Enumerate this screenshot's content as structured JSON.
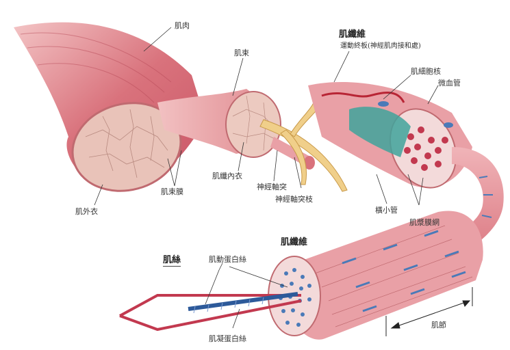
{
  "labels": {
    "muscle": "肌肉",
    "fascicle": "肌束",
    "muscle_fiber_top": "肌纖維",
    "motor_end_plate": "運動終板(神經肌肉接和處)",
    "nucleus": "肌細胞核",
    "capillary": "微血管",
    "perimysium": "肌束膜",
    "epimysium": "肌外衣",
    "endomysium": "肌纖內衣",
    "axon": "神經軸突",
    "axon_branch": "神經軸突枝",
    "t_tubule": "橫小管",
    "sarcoplasmic_reticulum": "肌漿膜網",
    "muscle_fiber_bottom": "肌纖維",
    "myofilament": "肌絲",
    "myosin": "肌動蛋白絲",
    "actin": "肌凝蛋白絲",
    "sarcomere": "肌節"
  },
  "colors": {
    "muscle_red": "#d9727c",
    "muscle_light": "#efb7b9",
    "nerve_yellow": "#f0cf8a",
    "filament_blue": "#4a7ab8",
    "teal": "#3fa39b",
    "line": "#333333"
  }
}
